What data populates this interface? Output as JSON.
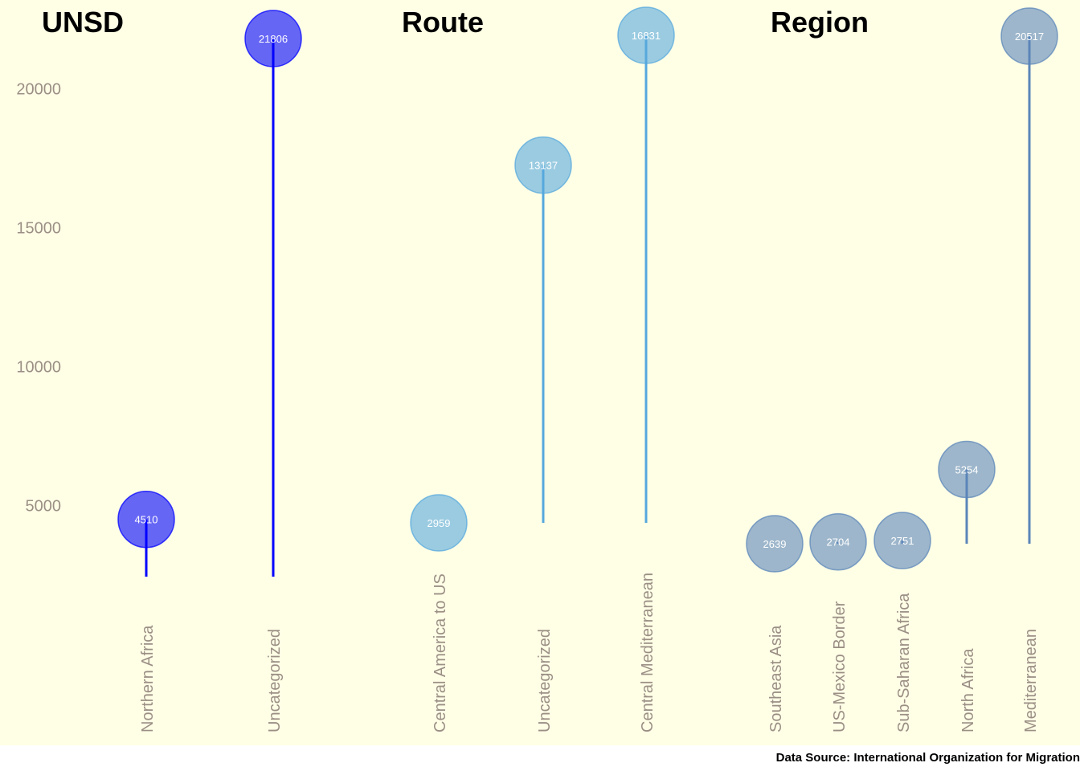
{
  "caption": "Data Source: International Organization for Migration",
  "chart_data": [
    {
      "type": "lollipop",
      "title": "UNSD",
      "color": "#0000ff",
      "categories": [
        "Northern Africa",
        "Uncategorized"
      ],
      "values": [
        4510,
        21806
      ],
      "marker_y": [
        4510,
        21806
      ],
      "baseline": 2450,
      "y_ticks": [
        5000,
        10000,
        15000,
        20000
      ],
      "ylim": [
        2450,
        21806
      ]
    },
    {
      "type": "lollipop",
      "title": "Route",
      "color": "#56a8dd",
      "categories": [
        "Central America to US",
        "Uncategorized",
        "Central Mediterranean"
      ],
      "values": [
        2959,
        13137,
        16831
      ],
      "marker_y": [
        2959,
        13137,
        16831
      ],
      "baseline": 2959,
      "ylim": [
        2959,
        16831
      ]
    },
    {
      "type": "lollipop",
      "title": "Region",
      "color": "#5b86b9",
      "categories": [
        "Southeast Asia",
        "US-Mexico Border",
        "Sub-Saharan Africa",
        "North Africa",
        "Mediterranean"
      ],
      "values": [
        2639,
        2704,
        2751,
        5254,
        20517
      ],
      "marker_y": [
        2639,
        2704,
        2751,
        5254,
        20517
      ],
      "baseline": 2639,
      "ylim": [
        2639,
        20517
      ]
    }
  ]
}
